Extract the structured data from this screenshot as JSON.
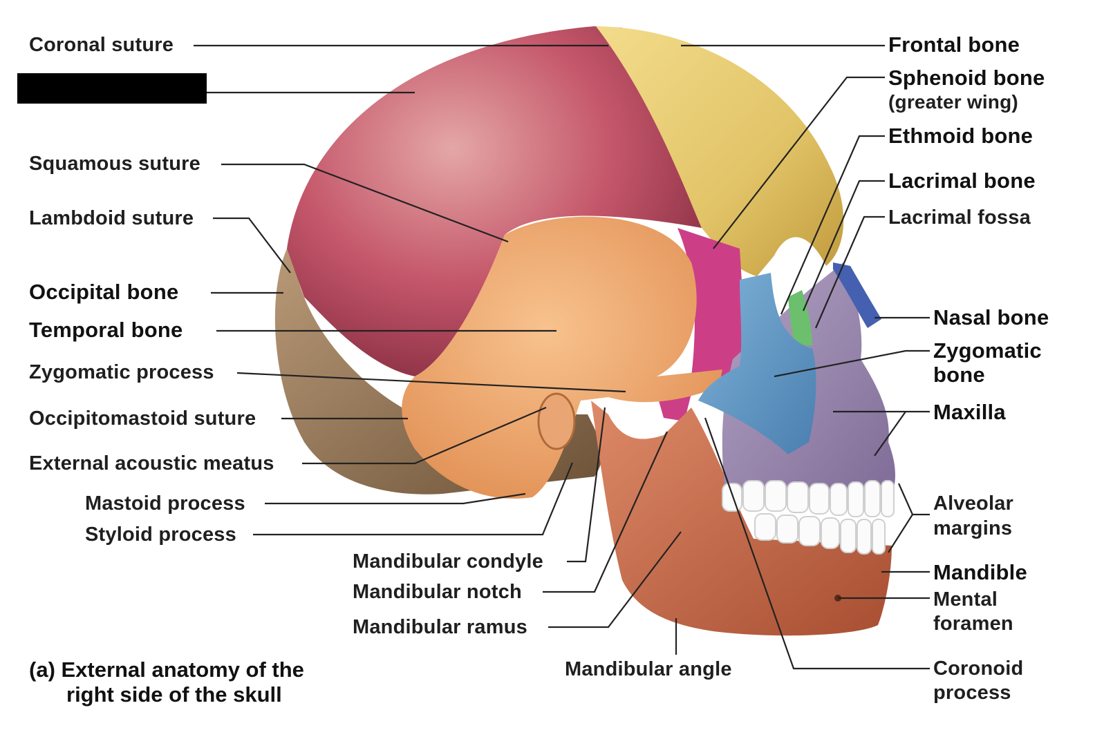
{
  "labels": {
    "coronal_suture": "Coronal suture",
    "squamous_suture": "Squamous suture",
    "lambdoid_suture": "Lambdoid suture",
    "occipital_bone": "Occipital bone",
    "temporal_bone": "Temporal bone",
    "zygomatic_process": "Zygomatic process",
    "occipitomastoid_suture": "Occipitomastoid suture",
    "external_acoustic_meatus": "External acoustic meatus",
    "mastoid_process": "Mastoid process",
    "styloid_process": "Styloid process",
    "mandibular_condyle": "Mandibular condyle",
    "mandibular_notch": "Mandibular notch",
    "mandibular_ramus": "Mandibular ramus",
    "mandibular_angle": "Mandibular angle",
    "frontal_bone": "Frontal bone",
    "sphenoid_bone": "Sphenoid bone",
    "sphenoid_bone_sub": "(greater wing)",
    "ethmoid_bone": "Ethmoid bone",
    "lacrimal_bone": "Lacrimal bone",
    "lacrimal_fossa": "Lacrimal fossa",
    "nasal_bone": "Nasal bone",
    "zygomatic_bone_1": "Zygomatic",
    "zygomatic_bone_2": "bone",
    "maxilla": "Maxilla",
    "alveolar_margins_1": "Alveolar",
    "alveolar_margins_2": "margins",
    "mandible": "Mandible",
    "mental_foramen_1": "Mental",
    "mental_foramen_2": "foramen",
    "coronoid_process_1": "Coronoid",
    "coronoid_process_2": "process"
  },
  "caption": {
    "line1": "(a) External anatomy of the",
    "line2": "right side of the skull"
  },
  "colors": {
    "parietal": "#c4566a",
    "frontal": "#e2c468",
    "temporal": "#efa56b",
    "occipital": "#a58666",
    "sphenoid": "#cc3f86",
    "zygomatic": "#5e97c3",
    "maxilla": "#9b88b0",
    "nasal": "#4560b0",
    "ethmoid": "#6cbf6c",
    "mandible": "#c96e4e",
    "teeth": "#fbfbfb"
  }
}
